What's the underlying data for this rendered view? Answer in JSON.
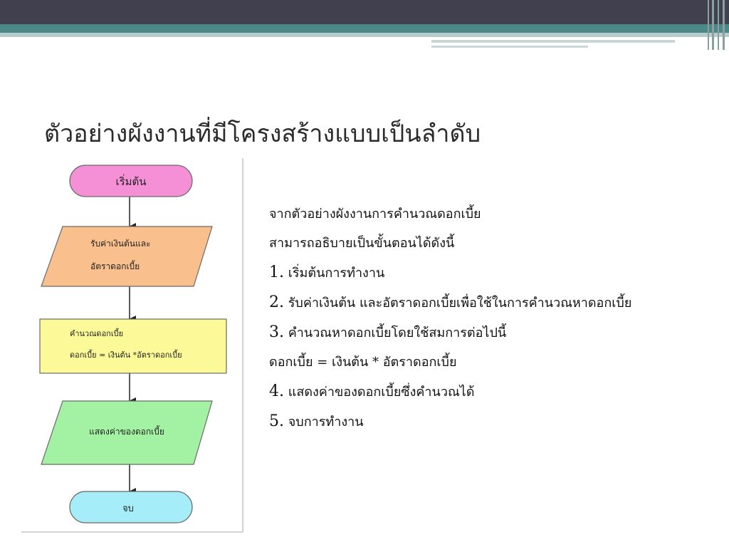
{
  "title": "ตัวอย่างผังงานที่มีโครงสร้างแบบเป็นลำดับ",
  "flowchart": {
    "start": "เริ่มต้น",
    "input_line1": "รับค่าเงินต้นและ",
    "input_line2": "อัตราดอกเบี้ย",
    "process_line1": "คำนวณดอกเบี้ย",
    "process_line2": "ดอกเบี้ย = เงินต้น *อัตราดอกเบี้ย",
    "output": "แสดงค่าของดอกเบี้ย",
    "end": "จบ",
    "colors": {
      "start": "#f58fd6",
      "input": "#f9c08e",
      "process": "#fcfa98",
      "output": "#a3f2a3",
      "end": "#a5eef9"
    }
  },
  "description": {
    "intro1": "จากตัวอย่างผังงานการคำนวณดอกเบี้ย",
    "intro2": "สามารถอธิบายเป็นขั้นตอนได้ดังนี้",
    "steps": [
      {
        "num": "1.",
        "text": "เริ่มต้นการทำงาน"
      },
      {
        "num": "2.",
        "text": "รับค่าเงินต้น และอัตราดอกเบี้ยเพื่อใช้ในการคำนวณหาดอกเบี้ย"
      },
      {
        "num": "3.",
        "text": "คำนวณหาดอกเบี้ยโดยใช้สมการต่อไปนี้"
      },
      {
        "num": "4.",
        "text": "แสดงค่าของดอกเบี้ยซึ่งคำนวณได้"
      },
      {
        "num": "5.",
        "text": "จบการทำงาน"
      }
    ],
    "formula": "ดอกเบี้ย = เงินต้น * อัตราดอกเบี้ย"
  }
}
